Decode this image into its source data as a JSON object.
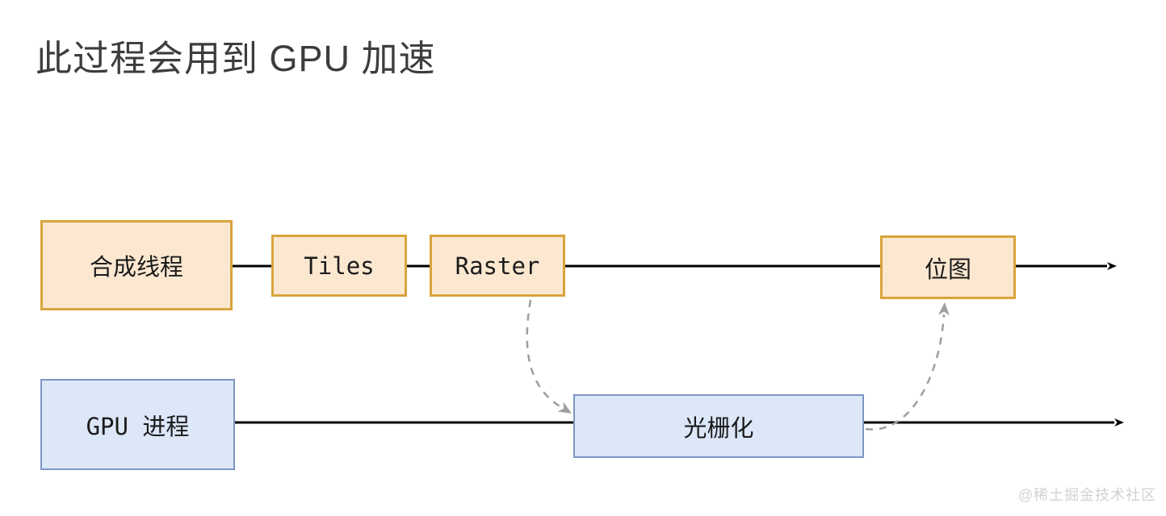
{
  "title": "此过程会用到 GPU 加速",
  "watermark": "@稀土掘金技术社区",
  "colors": {
    "orange_node_fill": "#FCE8D1",
    "orange_node_border": "#D9A43B",
    "blue_node_fill": "#DCE7F8",
    "blue_node_border": "#7D96C5",
    "flow_line": "#000000",
    "dashed_link": "#9E9E9E",
    "title_text": "#3D3D3D",
    "node_text": "#1B1B1B",
    "watermark_text": "#D2D2D2"
  },
  "nodes": {
    "compositor_thread": {
      "label": "合成线程"
    },
    "tiles": {
      "label": "Tiles"
    },
    "raster": {
      "label": "Raster"
    },
    "bitmap": {
      "label": "位图"
    },
    "gpu_process": {
      "label": "GPU 进程"
    },
    "rasterization": {
      "label": "光栅化"
    }
  },
  "links": {
    "raster_to_rasterization": "dashed",
    "rasterization_to_bitmap": "dashed",
    "top_flow": "solid-arrow-right",
    "bottom_flow": "solid-arrow-right"
  }
}
